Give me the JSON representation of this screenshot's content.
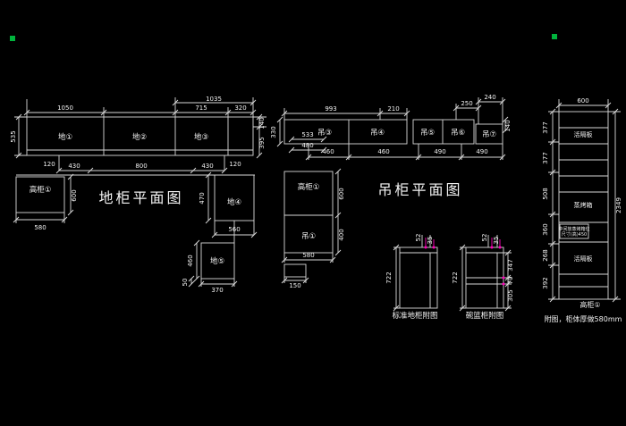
{
  "canvas": {
    "background": "#000000",
    "line_color": "#d9d9d9",
    "text_color": "#f2f2f2",
    "accent_magenta": "#ff00bb",
    "grip_green": "#00b33c"
  },
  "base_plan": {
    "title": "地柜平面图",
    "cab1": "地①",
    "cab2": "地②",
    "cab3": "地③",
    "cab4": "地④",
    "cab5": "地⑤",
    "tall": "高柜①",
    "dim_1035": "1035",
    "dim_1050": "1050",
    "dim_715": "715",
    "dim_320": "320",
    "dim_535": "535",
    "dim_140": "140",
    "dim_395": "395",
    "dim_120_left": "120",
    "dim_120_right": "120",
    "dim_430_left": "430",
    "dim_800": "800",
    "dim_430_right": "430",
    "dim_600": "600",
    "dim_580": "580",
    "dim_470": "470",
    "dim_560": "560",
    "dim_460": "460",
    "dim_370": "370",
    "dim_50": "50"
  },
  "wall_plan": {
    "title": "吊柜平面图",
    "cab1": "吊①",
    "cab3": "吊③",
    "cab4": "吊④",
    "cab5": "吊⑤",
    "cab6": "吊⑥",
    "cab7": "吊⑦",
    "tall": "高柜①",
    "dim_993": "993",
    "dim_210": "210",
    "dim_250": "250",
    "dim_240": "240",
    "dim_140": "140",
    "dim_330": "330",
    "dim_533": "533",
    "dim_480": "480",
    "dim_460_a": "460",
    "dim_460_b": "460",
    "dim_490_a": "490",
    "dim_490_b": "490",
    "dim_600": "600",
    "dim_400": "400",
    "dim_580": "580",
    "dim_150": "150"
  },
  "detail_standard": {
    "caption": "标准地柜附图",
    "dim_722": "722",
    "dim_52": "52",
    "dim_35": "35"
  },
  "detail_basket": {
    "caption": "碗篮柜附图",
    "dim_722": "722",
    "dim_52": "52",
    "dim_35": "35",
    "dim_347": "347",
    "dim_70": "70",
    "dim_305": "305"
  },
  "elevation": {
    "label_shelf_top": "活隔板",
    "label_oven": "蒸烤箱",
    "label_shelf_bottom": "活隔板",
    "label_tall": "高柜①",
    "note_line1": "中间放蒸烤箱位",
    "note_line2": "尺寸(高)450",
    "footnote": "附图，柜体厚做580mm",
    "dim_600": "600",
    "dim_2349": "2349",
    "dim_377_a": "377",
    "dim_377_b": "377",
    "dim_508": "508",
    "dim_360": "360",
    "dim_268": "268",
    "dim_392": "392"
  }
}
